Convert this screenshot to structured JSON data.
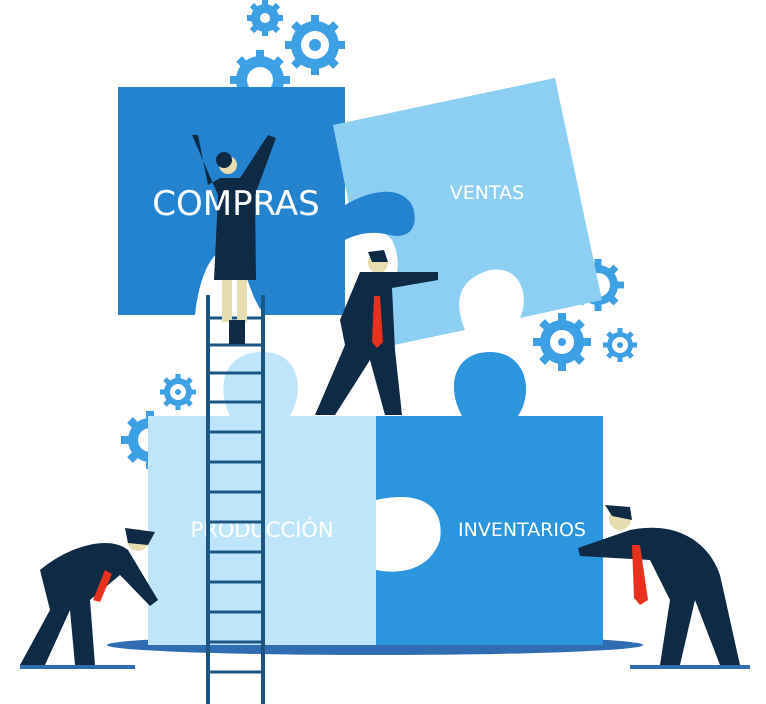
{
  "pieces": {
    "compras": "COMPRAS",
    "ventas": "VENTAS",
    "produccion": "PRODUCCIÓN",
    "inventarios": "INVENTARIOS"
  },
  "colors": {
    "compras": "#2383cf",
    "ventas": "#8ccff3",
    "produccion": "#bfe5fb",
    "inventarios": "#2b95dd",
    "gear": "#3d9fe4",
    "figure": "#0f2a44",
    "tie": "#e8321e",
    "ladder": "#1c5784",
    "shadow": "#2f6cb1"
  }
}
